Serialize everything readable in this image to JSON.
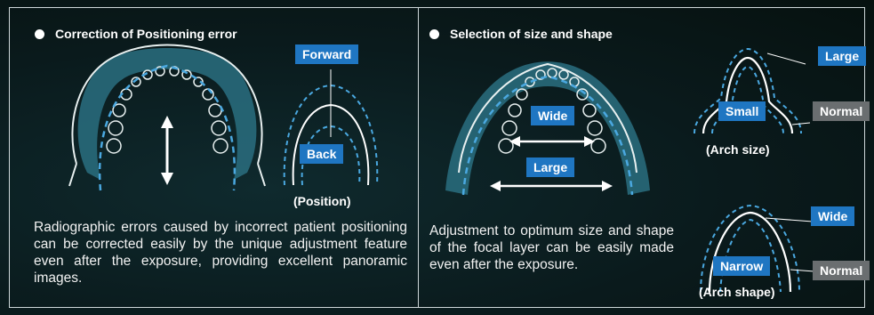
{
  "left": {
    "heading": "Correction of Positioning error",
    "labels": {
      "forward": "Forward",
      "back": "Back",
      "position": "(Position)"
    },
    "description": "Radiographic errors caused by incorrect patient positioning can be corrected easily by the unique adjustment feature even after the exposure, providing excellent panoramic images."
  },
  "right": {
    "heading": "Selection of size and shape",
    "labels": {
      "wide": "Wide",
      "large": "Large",
      "size_large": "Large",
      "size_small": "Small",
      "size_normal": "Normal",
      "arch_size": "(Arch size)",
      "shape_wide": "Wide",
      "shape_narrow": "Narrow",
      "shape_normal": "Normal",
      "arch_shape": "(Arch shape)"
    },
    "description": "Adjustment to optimum size and shape of the focal layer can be easily made even after the exposure."
  },
  "colors": {
    "tag_blue": "#1f76c2",
    "tag_gray": "#6a6e70",
    "band": "#2a6f80",
    "dashed": "#4aa8e0"
  }
}
